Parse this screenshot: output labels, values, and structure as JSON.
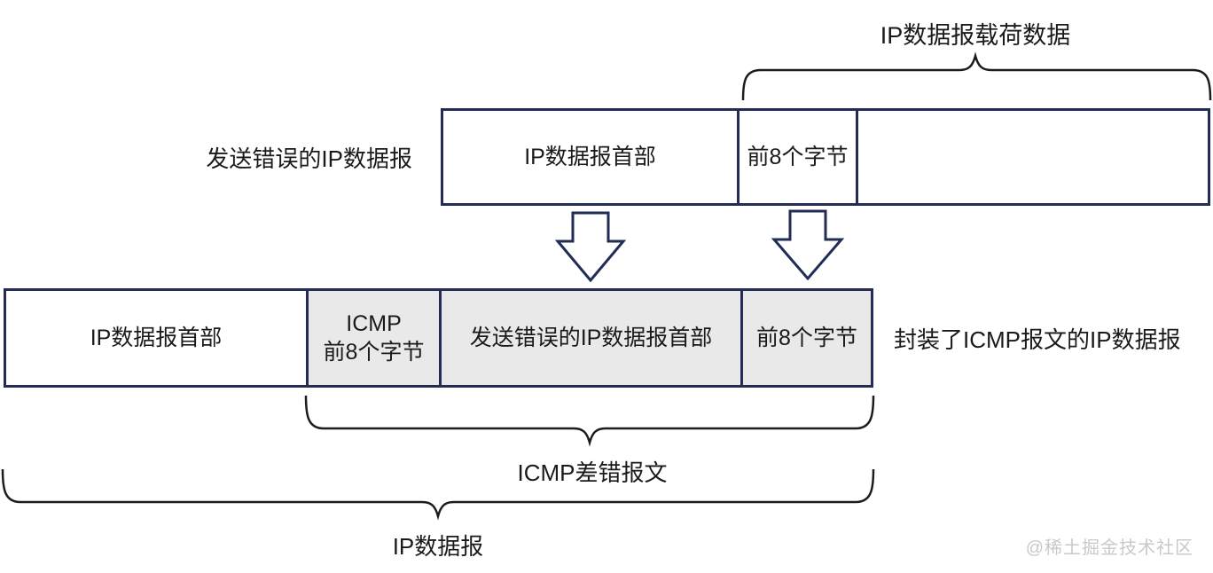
{
  "colors": {
    "border": "#222c55",
    "brace": "#1c1c1c",
    "cell_gray": "#e9e9e9",
    "text": "#1a1a1a",
    "watermark": "#c9c9c9",
    "bg": "#ffffff"
  },
  "labels": {
    "payload": "IP数据报载荷数据",
    "icmp_error_message": "ICMP差错报文",
    "ip_datagram": "IP数据报",
    "watermark": "@稀土掘金技术社区"
  },
  "top_row": {
    "label_left": "发送错误的IP数据报",
    "cells": [
      {
        "text": "IP数据报首部"
      },
      {
        "text": "前8个字节"
      },
      {
        "text": ""
      }
    ]
  },
  "bottom_row": {
    "label_right": "封装了ICMP报文的IP数据报",
    "cells": [
      {
        "text": "IP数据报首部"
      },
      {
        "line1": "ICMP",
        "line2": "前8个字节"
      },
      {
        "text": "发送错误的IP数据报首部"
      },
      {
        "text": "前8个字节"
      }
    ]
  }
}
